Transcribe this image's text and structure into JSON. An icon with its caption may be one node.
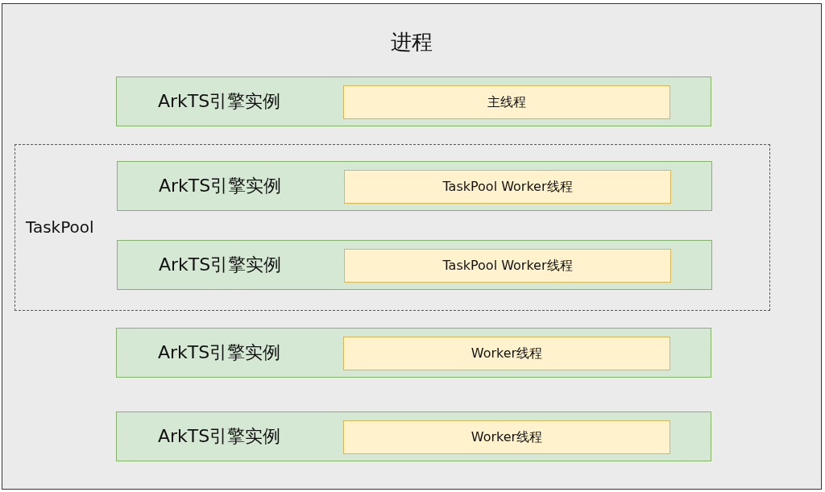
{
  "diagram": {
    "nodes": [
      {
        "text": [
          "进程"
        ]
      },
      {
        "text": [
          "ArkTS引擎实例"
        ],
        "in": 0
      },
      {
        "text": [
          "主线程"
        ],
        "in": 1
      },
      {
        "text": [
          "TaskPool"
        ],
        "in": 0
      },
      {
        "text": [
          "ArkTS引擎实例"
        ],
        "in": 3
      },
      {
        "text": [
          "TaskPool Worker线程"
        ],
        "in": 4
      },
      {
        "text": [
          "ArkTS引擎实例"
        ],
        "in": 3
      },
      {
        "text": [
          "TaskPool Worker线程"
        ],
        "in": 6
      },
      {
        "text": [
          "ArkTS引擎实例"
        ],
        "in": 0
      },
      {
        "text": [
          "Worker线程"
        ],
        "in": 8
      },
      {
        "text": [
          "ArkTS引擎实例"
        ],
        "in": 0
      },
      {
        "text": [
          "Worker线程"
        ],
        "in": 10
      }
    ]
  }
}
